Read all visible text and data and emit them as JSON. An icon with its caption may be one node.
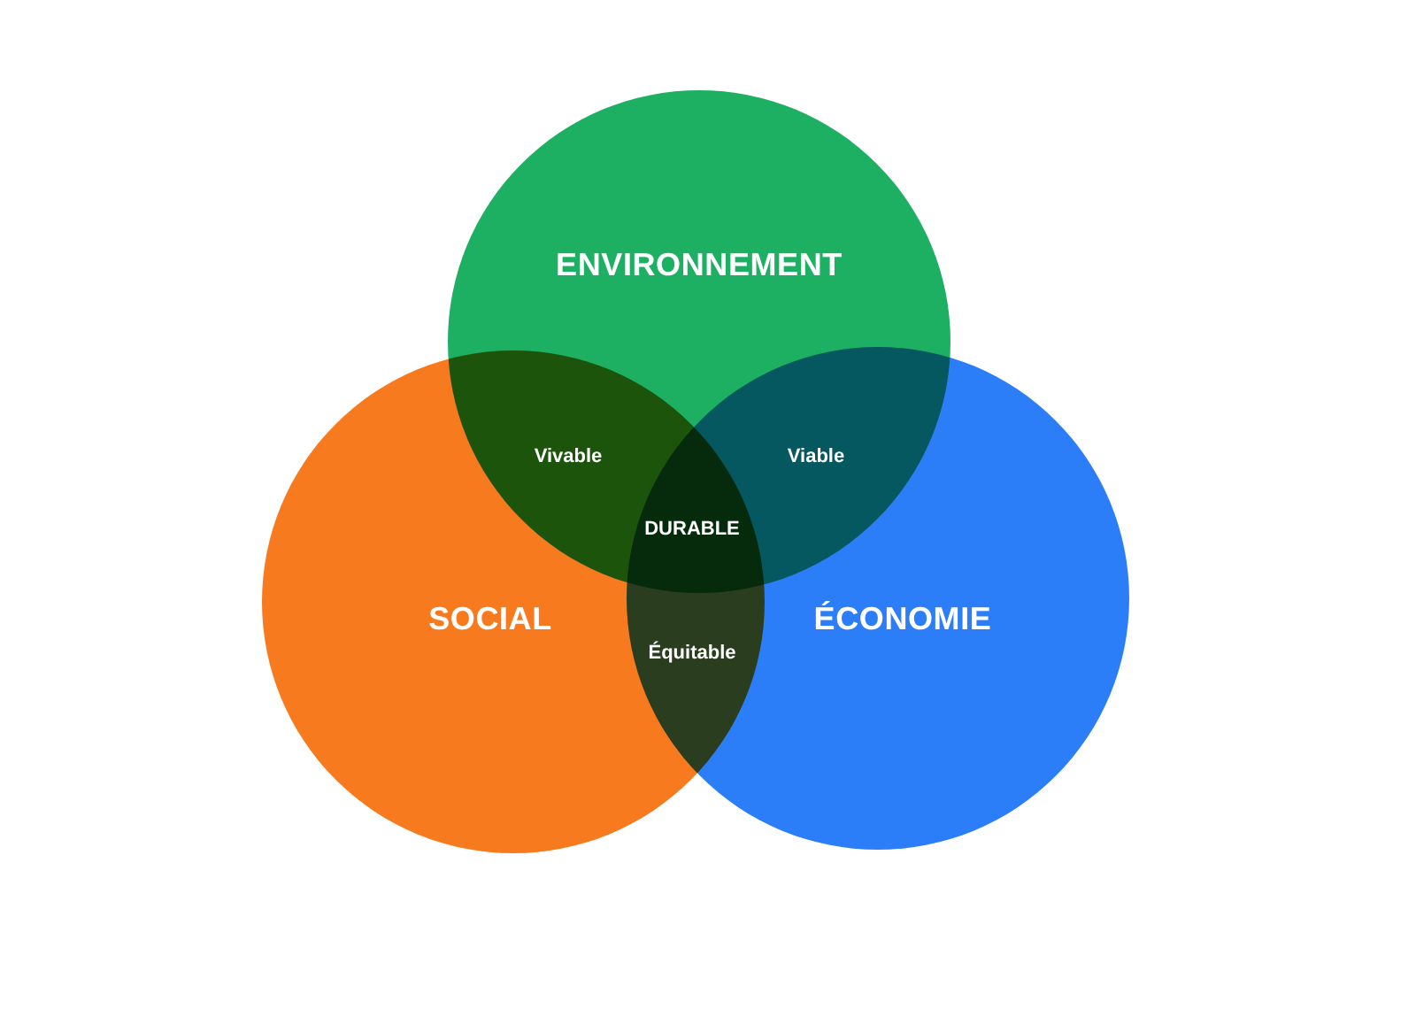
{
  "diagram": {
    "nodes": [
      {
        "text": [
          "ENVIRONNEMENT"
        ]
      },
      {
        "text": [
          "SOCIAL"
        ]
      },
      {
        "text": [
          "ÉCONOMIE"
        ]
      }
    ],
    "labels": [
      "Vivable",
      "Viable",
      "DURABLE",
      "Équitable"
    ]
  }
}
